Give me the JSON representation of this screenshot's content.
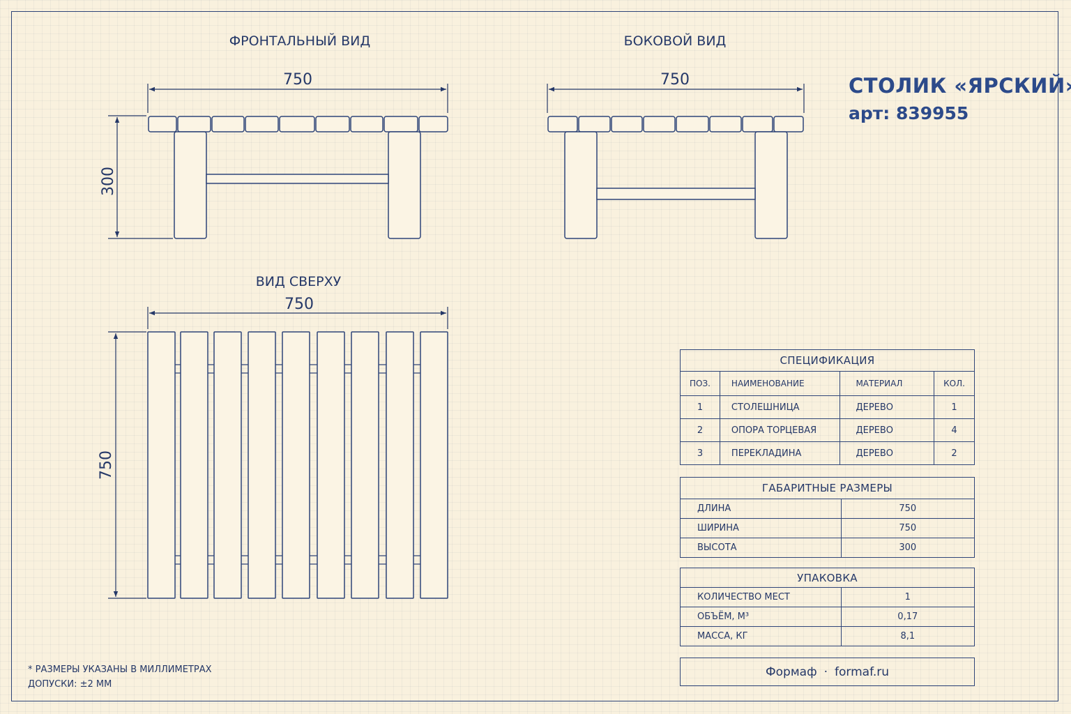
{
  "views": {
    "front_title": "ФРОНТАЛЬНЫЙ ВИД",
    "side_title": "БОКОВОЙ ВИД",
    "top_title": "ВИД СВЕРХУ",
    "front_width": "750",
    "front_height": "300",
    "side_width": "750",
    "top_width": "750",
    "top_depth": "750"
  },
  "product": {
    "title": "СТОЛИК «ЯРСКИЙ»",
    "article": "арт: 839955"
  },
  "specification": {
    "caption": "СПЕЦИФИКАЦИЯ",
    "headers": [
      "ПОЗ.",
      "НАИМЕНОВАНИЕ",
      "МАТЕРИАЛ",
      "КОЛ."
    ],
    "rows": [
      [
        "1",
        "СТОЛЕШНИЦА",
        "ДЕРЕВО",
        "1"
      ],
      [
        "2",
        "ОПОРА ТОРЦЕВАЯ",
        "ДЕРЕВО",
        "4"
      ],
      [
        "3",
        "ПЕРЕКЛАДИНА",
        "ДЕРЕВО",
        "2"
      ]
    ]
  },
  "dimensions": {
    "caption": "ГАБАРИТНЫЕ РАЗМЕРЫ",
    "rows": [
      [
        "ДЛИНА",
        "750"
      ],
      [
        "ШИРИНА",
        "750"
      ],
      [
        "ВЫСОТА",
        "300"
      ]
    ]
  },
  "packaging": {
    "caption": "УПАКОВКА",
    "rows": [
      [
        "КОЛИЧЕСТВО МЕСТ",
        "1"
      ],
      [
        "ОБЪЁМ, М³",
        "0,17"
      ],
      [
        "МАССА, КГ",
        "8,1"
      ]
    ]
  },
  "footer": {
    "brand": "Формаф",
    "separator": "·",
    "site": "formaf.ru"
  },
  "notes": {
    "line1": "* РАЗМЕРЫ УКАЗАНЫ В МИЛЛИМЕТРАХ",
    "line2": "ДОПУСКИ: ±2 ММ"
  },
  "colors": {
    "ink": "#253868",
    "paper": "#f9f1de",
    "wood": "#fbf4e4"
  }
}
